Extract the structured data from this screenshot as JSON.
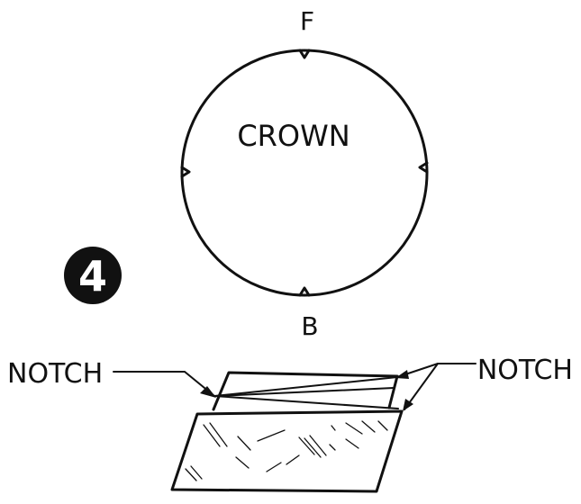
{
  "diagram": {
    "step_number": "4",
    "crown_label": "CROWN",
    "front_mark": "F",
    "back_mark": "B",
    "notch_label_left": "NOTCH",
    "notch_label_right": "NOTCH"
  }
}
